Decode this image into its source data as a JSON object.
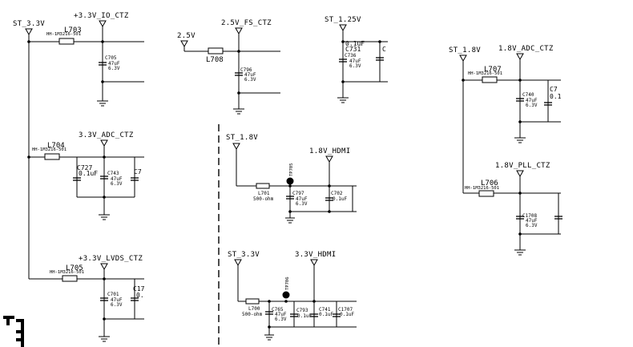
{
  "nets": {
    "st_3v3_left": "ST_3.3V",
    "io_3v3": "+3.3V_IO_CTZ",
    "v2_5": "2.5V",
    "fs_2v5": "2.5V_FS_CTZ",
    "st_1v25": "ST_1.25V",
    "st_1v8_right": "ST_1.8V",
    "adc_1v8": "1.8V_ADC_CTZ",
    "adc_3v3": "3.3V_ADC_CTZ",
    "st_1v8_mid": "ST_1.8V",
    "hdmi_1v8": "1.8V_HDMI",
    "pll_1v8": "1.8V_PLL_CTZ",
    "lvds_3v3": "+3.3V_LVDS_CTZ",
    "st_3v3_mid": "ST_3.3V",
    "hdmi_3v3": "3.3V_HDMI"
  },
  "inductors": {
    "L703": {
      "ref": "L703",
      "part": "HH-1M3216-501"
    },
    "L708": {
      "ref": "L708"
    },
    "L707": {
      "ref": "L707",
      "part": "HH-1M3216-501"
    },
    "L704": {
      "ref": "L704",
      "part": "HH-1M3216-501"
    },
    "L701": {
      "ref": "L701",
      "part": "500-ohm"
    },
    "L706": {
      "ref": "L706",
      "part": "HH-1M3216-501"
    },
    "L705": {
      "ref": "L705",
      "part": "HH-1M3216-501"
    },
    "L700": {
      "ref": "L700",
      "part": "500-ohm"
    }
  },
  "capacitors": {
    "C705": {
      "ref": "C705",
      "cap": "47uF",
      "volt": "6.3V"
    },
    "C796": {
      "ref": "C796",
      "cap": "47uF",
      "volt": "6.3V"
    },
    "C736": {
      "ref": "C736",
      "cap": "47uF",
      "volt": "6.3V"
    },
    "C731": {
      "ref": "C731",
      "cap": "0.1uF"
    },
    "C_cut_1v25": {
      "ref": "C"
    },
    "C740": {
      "ref": "C740",
      "cap": "47uF",
      "volt": "6.3V"
    },
    "C7_cut_adc18": {
      "ref": "C7",
      "cap": "0.1"
    },
    "C727": {
      "ref": "C727",
      "cap": "0.1uF"
    },
    "C743": {
      "ref": "C743",
      "cap": "47uF",
      "volt": "6.3V"
    },
    "C7_cut_adc33": {
      "ref": "C7"
    },
    "C797": {
      "ref": "C797",
      "cap": "47uF",
      "volt": "6.3V"
    },
    "C702": {
      "ref": "C702",
      "cap": "0.1uF"
    },
    "C1708": {
      "ref": "C1708",
      "cap": "47uF",
      "volt": "6.3V"
    },
    "C701": {
      "ref": "C701",
      "cap": "47uF",
      "volt": "6.3V"
    },
    "C17_cut_lvds": {
      "ref": "C17",
      "cap": "0."
    },
    "C765": {
      "ref": "C765",
      "cap": "47uF",
      "volt": "6.3V"
    },
    "C793": {
      "ref": "C793",
      "cap": "0.1uF"
    },
    "C741": {
      "ref": "C741",
      "cap": "0.1uF"
    },
    "C1707": {
      "ref": "C1707",
      "cap": "0.1uF"
    }
  },
  "testpoints": {
    "tp705": "TP705",
    "tp706": "TP706"
  }
}
